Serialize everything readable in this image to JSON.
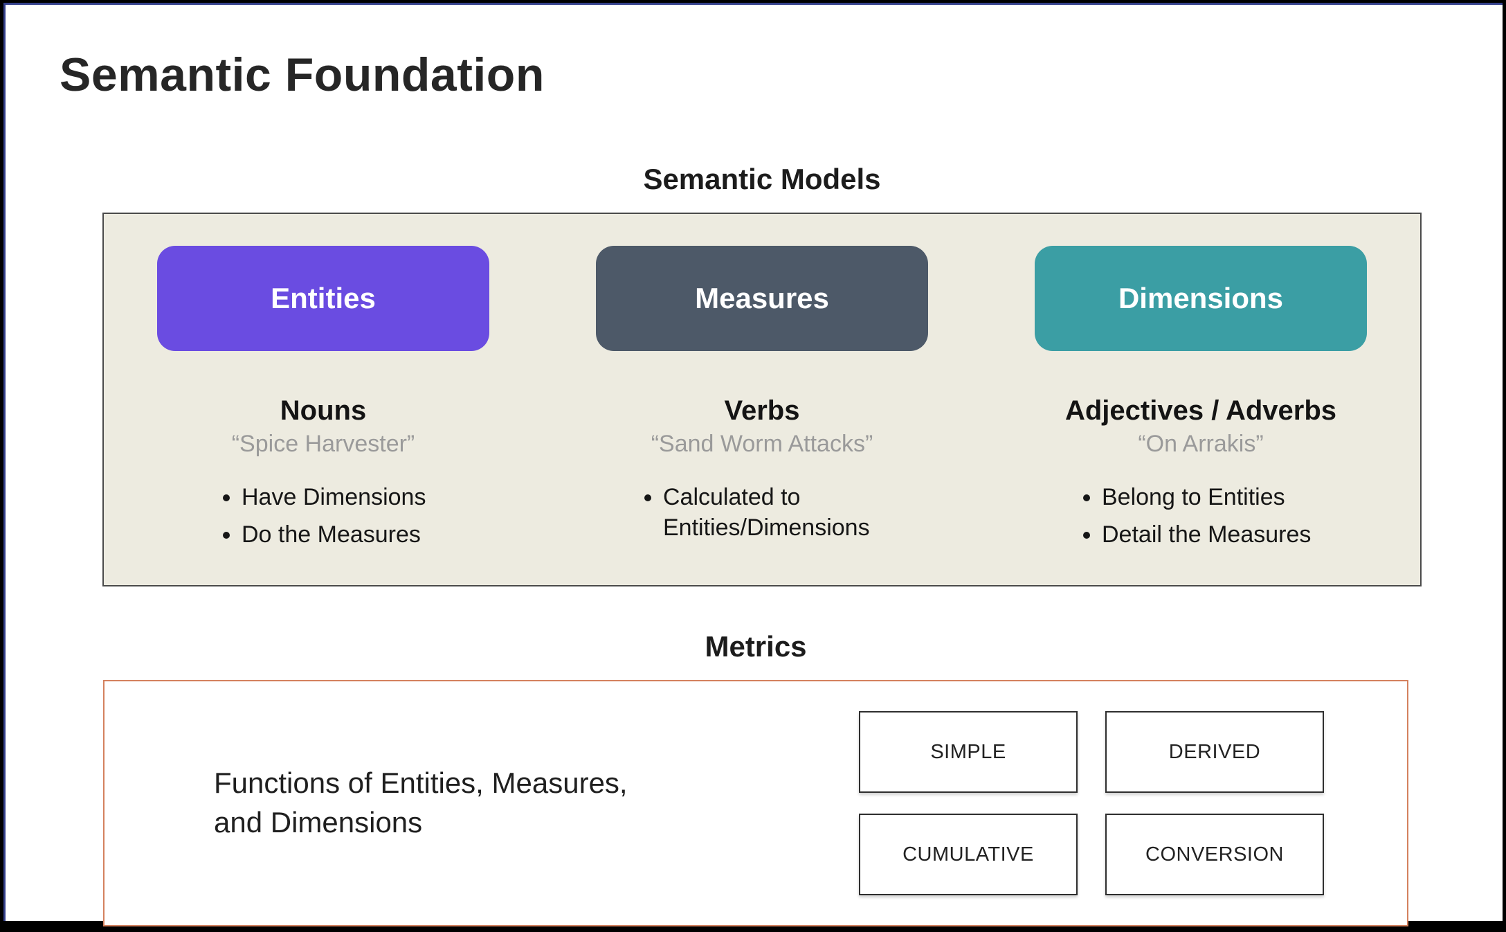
{
  "slide": {
    "title": "Semantic Foundation",
    "models": {
      "heading": "Semantic Models",
      "columns": [
        {
          "label": "Entities",
          "color": "#6a4ce1",
          "part_of_speech": "Nouns",
          "quote": "“Spice Harvester”",
          "bullets": [
            "Have Dimensions",
            "Do the Measures"
          ]
        },
        {
          "label": "Measures",
          "color": "#4d5968",
          "part_of_speech": "Verbs",
          "quote": "“Sand Worm Attacks”",
          "bullets": [
            "Calculated to Entities/Dimensions"
          ]
        },
        {
          "label": "Dimensions",
          "color": "#3b9ea4",
          "part_of_speech": "Adjectives / Adverbs",
          "quote": "“On Arrakis”",
          "bullets": [
            "Belong to Entities",
            "Detail the Measures"
          ]
        }
      ]
    },
    "metrics": {
      "heading": "Metrics",
      "description": "Functions of Entities, Measures, and Dimensions",
      "types": [
        "SIMPLE",
        "DERIVED",
        "CUMULATIVE",
        "CONVERSION"
      ]
    },
    "colors": {
      "panel_bg": "#edebe0",
      "panel_border": "#4a4a4a",
      "metrics_border": "#d4815e",
      "entities": "#6a4ce1",
      "measures": "#4d5968",
      "dimensions": "#3b9ea4"
    }
  }
}
